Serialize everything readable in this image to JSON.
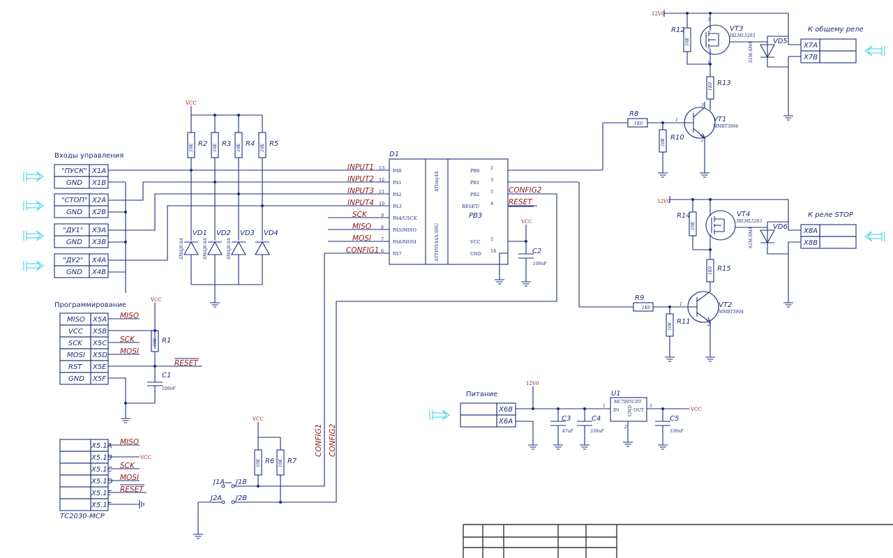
{
  "headers": {
    "inputs": "Входы управления",
    "programming": "Программирование",
    "power": "Питание",
    "common_relay": "К общему реле",
    "stop_relay": "К реле STOP",
    "tc2030": "TC2030-MCP"
  },
  "x1": [
    {
      "label": "\"ПУСК\"",
      "pin": "X1A"
    },
    {
      "label": "GND",
      "pin": "X1B"
    },
    {
      "label": "\"СТОП\"",
      "pin": "X2A"
    },
    {
      "label": "GND",
      "pin": "X2B"
    },
    {
      "label": "\"ДУ1\"",
      "pin": "X3A"
    },
    {
      "label": "GND",
      "pin": "X3B"
    },
    {
      "label": "\"ДУ2\"",
      "pin": "X4A"
    },
    {
      "label": "GND",
      "pin": "X4B"
    }
  ],
  "x5": [
    {
      "label": "MISO",
      "pin": "X5A"
    },
    {
      "label": "VCC",
      "pin": "X5B"
    },
    {
      "label": "SCK",
      "pin": "X5C"
    },
    {
      "label": "MOSI",
      "pin": "X5D"
    },
    {
      "label": "RST",
      "pin": "X5E"
    },
    {
      "label": "GND",
      "pin": "X5F"
    }
  ],
  "x51": [
    "X5.1A",
    "X5.1B",
    "X5.1C",
    "X5.1D",
    "X5.1E",
    "X5.1F"
  ],
  "x6": [
    "X6B",
    "X6A"
  ],
  "x7": [
    "X7A",
    "X7B"
  ],
  "x8": [
    "X8A",
    "X8B"
  ],
  "d1": {
    "ref": "D1",
    "part_top": "ATtiny44",
    "part_bottom": "ATTINY44A-SSU",
    "left_pins": [
      {
        "name": "PA0",
        "num": "13"
      },
      {
        "name": "PA1",
        "num": "12"
      },
      {
        "name": "PA2",
        "num": "11"
      },
      {
        "name": "PA3",
        "num": "10"
      },
      {
        "name": "PA4/USCK",
        "num": "9"
      },
      {
        "name": "PA5/MISO",
        "num": "8"
      },
      {
        "name": "PA6/MOSI",
        "num": "7"
      },
      {
        "name": "PA7",
        "num": "6"
      }
    ],
    "right_pins": [
      {
        "name": "PB0",
        "num": "2"
      },
      {
        "name": "PB1",
        "num": "3"
      },
      {
        "name": "PB2",
        "num": "5"
      },
      {
        "name": "RESET/",
        "num": "4"
      },
      {
        "name": "PB3",
        "num": ""
      },
      {
        "name": "VCC",
        "num": "1"
      },
      {
        "name": "GND",
        "num": "14"
      }
    ]
  },
  "nets": {
    "input1": "INPUT1",
    "input2": "INPUT2",
    "input3": "INPUT3",
    "input4": "INPUT4",
    "sck": "SCK",
    "miso": "MISO",
    "mosi": "MOSI",
    "config1": "CONFIG1",
    "config2": "CONFIG2",
    "reset": "RESET",
    "vcc": "VCC",
    "v12": "12V0"
  },
  "components": {
    "r2": "R2",
    "r3": "R3",
    "r4": "R4",
    "r5": "R5",
    "r1": "R1",
    "r6": "R6",
    "r7": "R7",
    "r8": "R8",
    "r9": "R9",
    "r10": "R10",
    "r11": "R11",
    "r12": "R12",
    "r13": "R13",
    "r14": "R14",
    "r15": "R15",
    "vd1": "VD1",
    "vd2": "VD2",
    "vd3": "VD3",
    "vd4": "VD4",
    "vd5": "VD5",
    "vd6": "VD6",
    "c1": "C1",
    "c2": "C2",
    "c3": "C3",
    "c4": "C4",
    "c5": "C5",
    "vt1": "VT1",
    "vt2": "VT2",
    "vt3": "VT3",
    "vt4": "VT4",
    "u1": "U1",
    "u1_part": "MC7805CDT",
    "u1_in": "IN",
    "u1_out": "OUT",
    "u1_gnd": "GND",
    "j1a": "J1A",
    "j1b": "J1B",
    "j2a": "J2A",
    "j2b": "J2B"
  },
  "values": {
    "r10k": "10K",
    "r1k": "1K0",
    "c100n": "100nF",
    "c47u": "47uF",
    "c330n": "330nF",
    "smaj": "SMAJ6.0A",
    "smbj": "S1M-SMA",
    "bjt": "MMBT3904",
    "mosfet": "IRLML5203",
    "pin1": "1",
    "pin2": "2",
    "pin3": "3"
  }
}
